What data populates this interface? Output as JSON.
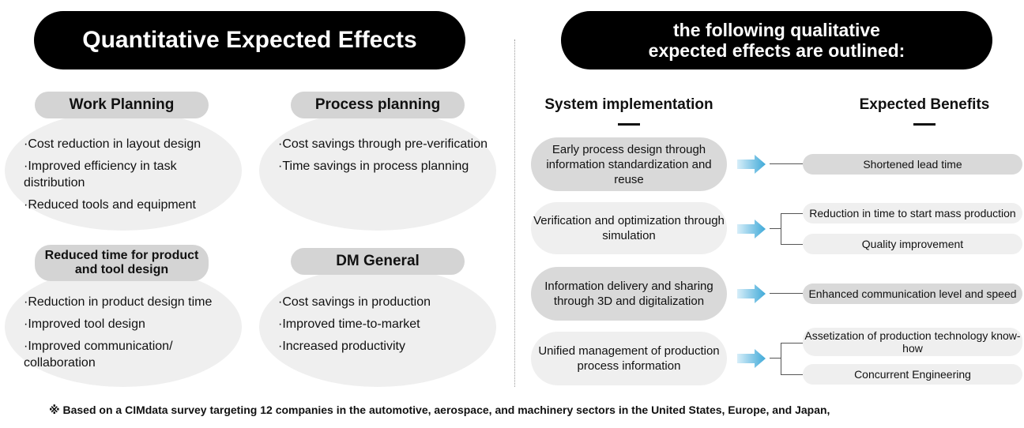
{
  "left": {
    "title": "Quantitative Expected Effects",
    "cards": [
      {
        "tag": "Work Planning",
        "items": [
          "·Cost reduction in layout design",
          "·Improved efficiency in task distribution",
          "·Reduced tools and equipment"
        ]
      },
      {
        "tag": "Process planning",
        "items": [
          "·Cost savings through pre-verification",
          "·Time savings in process planning"
        ]
      },
      {
        "tag": "Reduced time for product and tool design",
        "items": [
          "·Reduction in product design time",
          "·Improved tool design",
          "·Improved communication/ collaboration"
        ]
      },
      {
        "tag": "DM General",
        "items": [
          "·Cost savings in production",
          "·Improved time-to-market",
          "·Increased productivity"
        ]
      }
    ]
  },
  "right": {
    "title": "the following qualitative expected effects are outlined:",
    "col_system": "System implementation",
    "col_benefits": "Expected Benefits",
    "rows": [
      {
        "system": "Early process design through information standardization and reuse",
        "benefits": [
          "Shortened lead time"
        ]
      },
      {
        "system": "Verification and optimization through simulation",
        "benefits": [
          "Reduction in time to start mass production",
          "Quality improvement"
        ]
      },
      {
        "system": "Information delivery and sharing through 3D and digitalization",
        "benefits": [
          "Enhanced communication level and speed"
        ]
      },
      {
        "system": "Unified management of production process information",
        "benefits": [
          "Assetization of production technology know-how",
          "Concurrent Engineering"
        ]
      }
    ],
    "arrow_color": "#3fa9d8"
  },
  "footnote": "※ Based on a CIMdata survey targeting 12 companies in the automotive, aerospace, and machinery sectors in the United States, Europe, and Japan,"
}
